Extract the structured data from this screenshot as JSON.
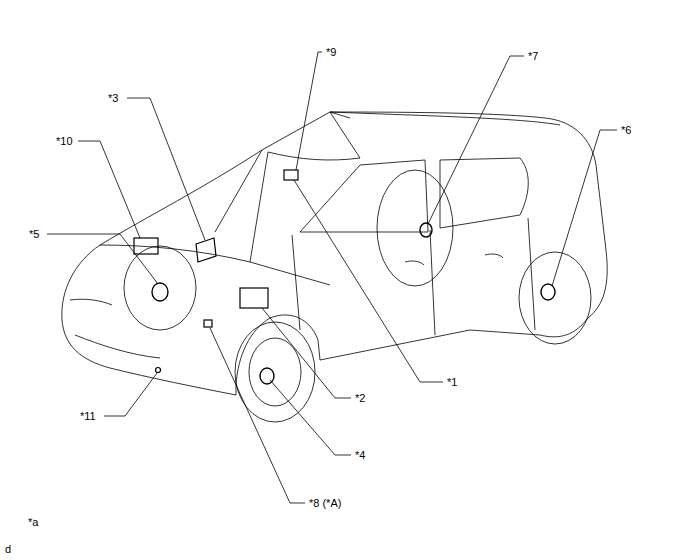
{
  "diagram": {
    "labels": [
      "*9",
      "*7",
      "*3",
      "*6",
      "*10",
      "*5",
      "*1",
      "*2",
      "*11",
      "*4",
      "*8 (*A)",
      "*a",
      "d"
    ]
  }
}
